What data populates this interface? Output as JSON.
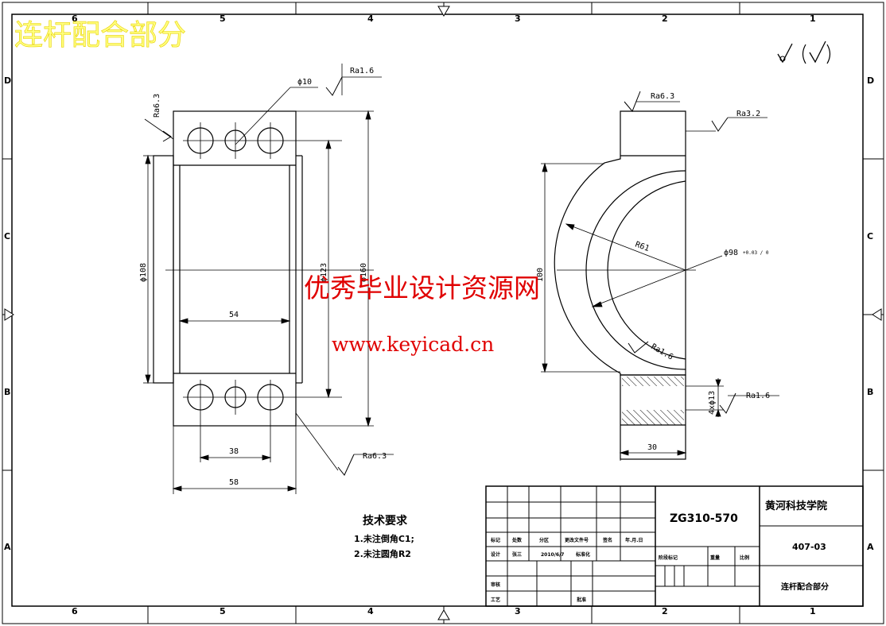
{
  "header_watermark": "连杆配合部分",
  "center_watermark": "优秀毕业设计资源网",
  "center_url": "www.keyicad.cn",
  "zone_columns": [
    "6",
    "5",
    "4",
    "3",
    "2",
    "1"
  ],
  "zone_rows": [
    "D",
    "C",
    "B",
    "A"
  ],
  "roughness_symbol": "√(√)",
  "left_view": {
    "ra_top_left": "Ra6.3",
    "ra_top": "Ra1.6",
    "hole_dia": "ϕ10",
    "dim_outer_left": "ϕ108",
    "dim_inner": "ϕ123",
    "dim_height": "ϕ160",
    "dim_54": "54",
    "dim_38": "38",
    "dim_58": "58",
    "ra_bottom": "Ra6.3"
  },
  "right_view": {
    "ra_top": "Ra6.3",
    "ra_right": "Ra3.2",
    "radius": "R61",
    "bore_dia": "ϕ98",
    "bore_tol": "+0.03 / 0",
    "dim_100": "100",
    "ra_arc": "Ra1.6",
    "holes": "4xϕ13",
    "ra_holes": "Ra1.6",
    "dim_30": "30"
  },
  "tech_requirements": {
    "title": "技术要求",
    "items": [
      "1.未注倒角C1;",
      "2.未注圆角R2"
    ]
  },
  "title_block": {
    "drawing_number": "ZG310-570",
    "school": "黄河科技学院",
    "sheet_code": "407-03",
    "part_name": "连杆配合部分",
    "row_labels": [
      "标记",
      "设计",
      "审核",
      "工艺"
    ],
    "row_small": [
      "处数",
      "分区",
      "更改文件号",
      "签名",
      "年.月.日"
    ],
    "design_row": [
      "张三",
      "2010/6/7",
      "标准化"
    ],
    "stage_labels": [
      "阶段标记",
      "重量",
      "比例"
    ],
    "approve_label": "批准"
  }
}
